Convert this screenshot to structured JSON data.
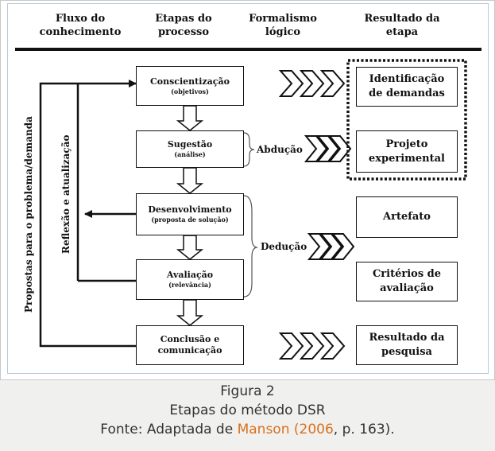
{
  "headers": {
    "fluxo": [
      "Fluxo do",
      "conhecimento"
    ],
    "etapas": [
      "Etapas do",
      "processo"
    ],
    "formalismo": [
      "Formalismo",
      "lógico"
    ],
    "resultado": [
      "Resultado da",
      "etapa"
    ]
  },
  "vertical_labels": {
    "propostas": "Propostas para o problema/demanda",
    "reflexao": "Reflexão e atualização"
  },
  "steps": [
    {
      "title": "Conscientização",
      "subtitle": "(objetivos)"
    },
    {
      "title": "Sugestão",
      "subtitle": "(análise)"
    },
    {
      "title": "Desenvolvimento",
      "subtitle": "(proposta de solução)"
    },
    {
      "title": "Avaliação",
      "subtitle": "(relevância)"
    },
    {
      "title1": "Conclusão e",
      "title2": "comunicação"
    }
  ],
  "logic": {
    "abducao": "Abdução",
    "deducao": "Dedução"
  },
  "results": [
    [
      "Identificação",
      "de demandas"
    ],
    [
      "Projeto",
      "experimental"
    ],
    [
      "Artefato"
    ],
    [
      "Critérios de",
      "avaliação"
    ],
    [
      "Resultado da",
      "pesquisa"
    ]
  ],
  "caption": {
    "figure": "Figura 2",
    "title": "Etapas do método DSR",
    "source_prefix": "Fonte: Adaptada de ",
    "source_link": "Manson (2006",
    "source_suffix": ", p. 163)."
  }
}
